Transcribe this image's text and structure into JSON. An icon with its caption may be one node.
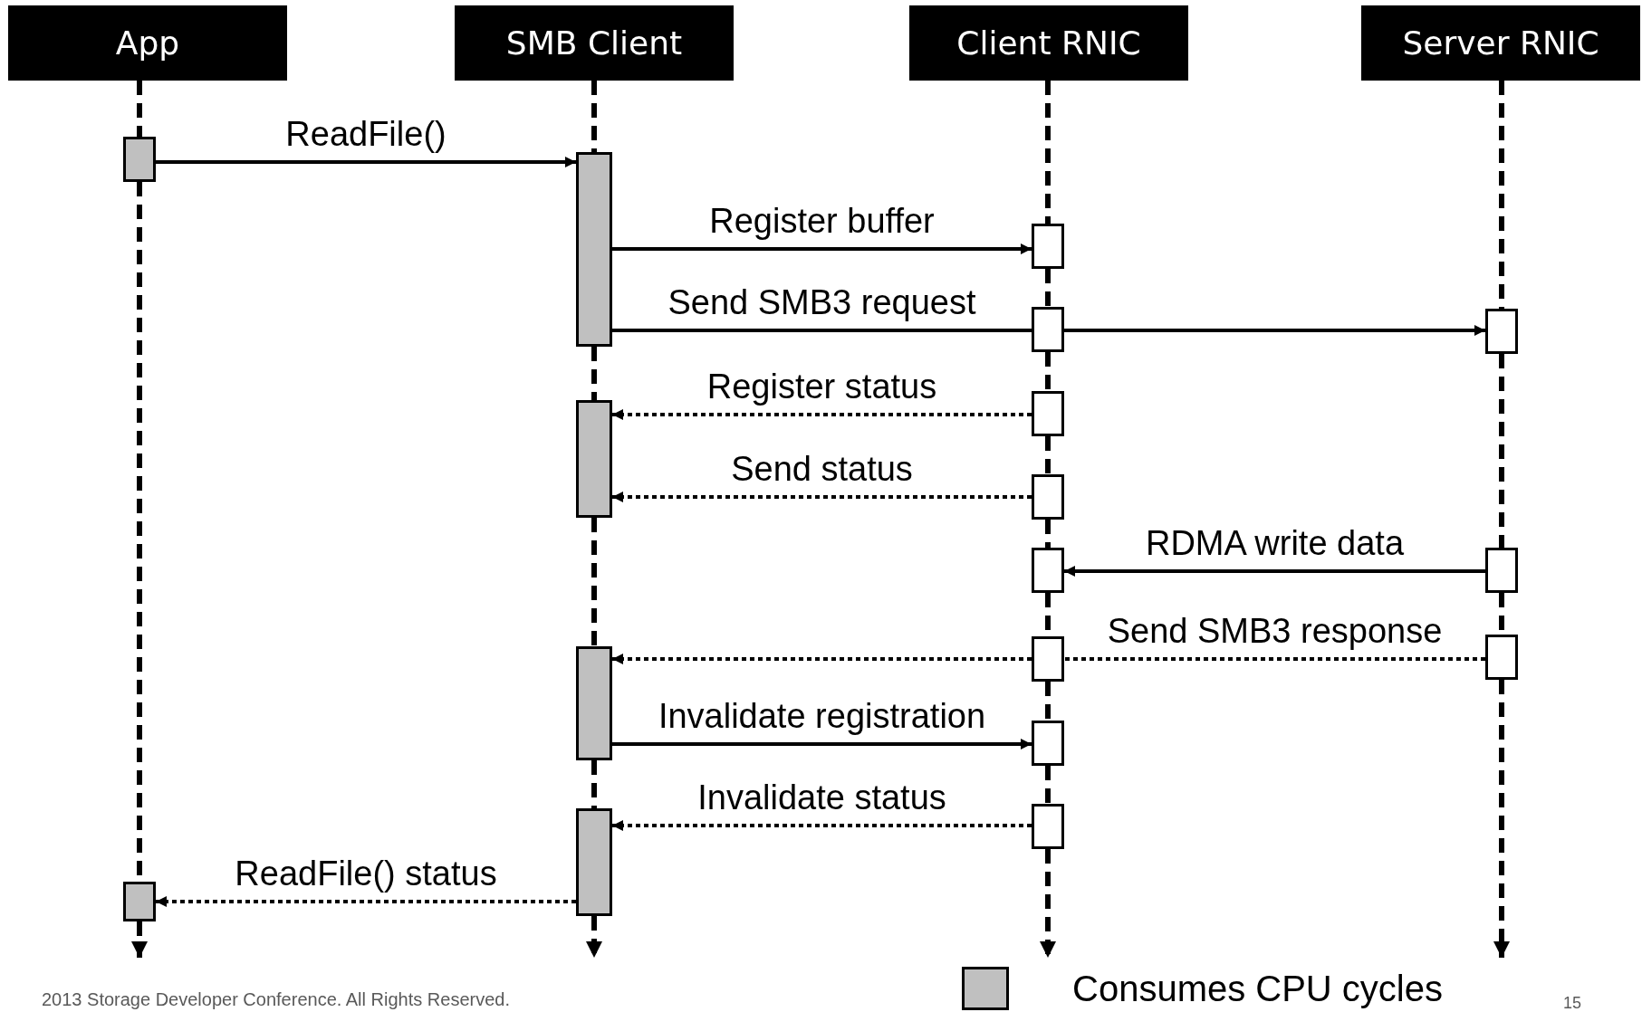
{
  "diagram": {
    "nodes": [
      {
        "text": [
          "App"
        ]
      },
      {
        "text": [
          "SMB Client"
        ]
      },
      {
        "text": [
          "Client RNIC"
        ]
      },
      {
        "text": [
          "Server RNIC"
        ]
      },
      {
        "text": [],
        "shape": "box"
      },
      {
        "text": [],
        "shape": "box"
      },
      {
        "text": [],
        "shape": "box"
      },
      {
        "text": [],
        "shape": "box"
      },
      {
        "text": [],
        "shape": "box"
      },
      {
        "text": [],
        "shape": "box"
      },
      {
        "text": [],
        "shape": "box"
      },
      {
        "text": [],
        "shape": "box"
      },
      {
        "text": [],
        "shape": "box"
      },
      {
        "text": [],
        "shape": "box"
      },
      {
        "text": [],
        "shape": "box"
      },
      {
        "text": [],
        "shape": "box"
      },
      {
        "text": [],
        "shape": "box"
      },
      {
        "text": [],
        "shape": "box"
      },
      {
        "text": [],
        "shape": "box"
      },
      {
        "text": [],
        "shape": "box"
      },
      {
        "text": [],
        "shape": "box"
      }
    ],
    "edges": [
      {
        "from": 4,
        "to": 5,
        "arrow": "to",
        "label": "ReadFile()"
      },
      {
        "from": 5,
        "to": 6,
        "arrow": "to",
        "label": "Register buffer"
      },
      {
        "from": 5,
        "to": 7,
        "arrow": "none",
        "label": "Send SMB3 request"
      },
      {
        "from": 7,
        "to": 8,
        "arrow": "to"
      },
      {
        "from": 10,
        "to": 9,
        "arrow": "to",
        "label": "Register status",
        "style": "dashed"
      },
      {
        "from": 11,
        "to": 9,
        "arrow": "to",
        "label": "Send status",
        "style": "dashed"
      },
      {
        "from": 13,
        "to": 12,
        "arrow": "to",
        "label": "RDMA write data"
      },
      {
        "from": 16,
        "to": 15,
        "arrow": "none",
        "label": "Send SMB3 response",
        "style": "dashed"
      },
      {
        "from": 15,
        "to": 14,
        "arrow": "to",
        "style": "dashed"
      },
      {
        "from": 14,
        "to": 17,
        "arrow": "to",
        "label": "Invalidate registration"
      },
      {
        "from": 19,
        "to": 18,
        "arrow": "to",
        "label": "Invalidate status",
        "style": "dashed"
      },
      {
        "from": 18,
        "to": 20,
        "arrow": "to",
        "label": "ReadFile() status",
        "style": "dashed"
      },
      {
        "from": 0,
        "to": 4,
        "arrow": "none",
        "style": "dashed"
      },
      {
        "from": 4,
        "to": 20,
        "arrow": "none",
        "style": "dashed"
      },
      {
        "from": 20,
        "to": null,
        "arrow": "to",
        "style": "dashed"
      },
      {
        "from": 1,
        "to": 5,
        "arrow": "none",
        "style": "dashed"
      },
      {
        "from": 5,
        "to": 9,
        "arrow": "none",
        "style": "dashed"
      },
      {
        "from": 9,
        "to": 14,
        "arrow": "none",
        "style": "dashed"
      },
      {
        "from": 14,
        "to": 18,
        "arrow": "none",
        "style": "dashed"
      },
      {
        "from": 18,
        "to": null,
        "arrow": "to",
        "style": "dashed"
      },
      {
        "from": 2,
        "to": 6,
        "arrow": "none",
        "style": "dashed"
      },
      {
        "from": 6,
        "to": 7,
        "arrow": "none",
        "style": "dashed"
      },
      {
        "from": 7,
        "to": 10,
        "arrow": "none",
        "style": "dashed"
      },
      {
        "from": 10,
        "to": 11,
        "arrow": "none",
        "style": "dashed"
      },
      {
        "from": 11,
        "to": 12,
        "arrow": "none",
        "style": "dashed"
      },
      {
        "from": 12,
        "to": 15,
        "arrow": "none",
        "style": "dashed"
      },
      {
        "from": 15,
        "to": 17,
        "arrow": "none",
        "style": "dashed"
      },
      {
        "from": 17,
        "to": 19,
        "arrow": "none",
        "style": "dashed"
      },
      {
        "from": 19,
        "to": null,
        "arrow": "to",
        "style": "dashed"
      },
      {
        "from": 3,
        "to": 8,
        "arrow": "none",
        "style": "dashed"
      },
      {
        "from": 8,
        "to": 13,
        "arrow": "none",
        "style": "dashed"
      },
      {
        "from": 13,
        "to": 16,
        "arrow": "none",
        "style": "dashed"
      },
      {
        "from": 16,
        "to": null,
        "arrow": "to",
        "style": "dashed"
      }
    ],
    "labels": [
      "2013 Storage Developer Conference. All Rights Reserved.",
      "15"
    ],
    "legend": [
      {
        "text": "Consumes CPU cycles",
        "color": "#c0c0c0"
      }
    ]
  }
}
